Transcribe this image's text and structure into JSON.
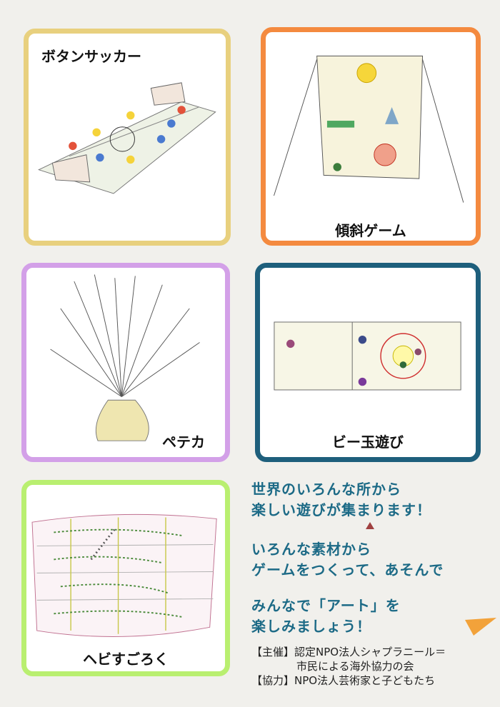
{
  "cards": [
    {
      "title": "ボタンサッカー",
      "color": "#e8d07e"
    },
    {
      "title": "傾斜ゲーム",
      "color": "#f48a3f"
    },
    {
      "title": "ペテカ",
      "color": "#d3a0e8"
    },
    {
      "title": "ビー玉遊び",
      "color": "#1e5f7c"
    },
    {
      "title": "ヘビすごろく",
      "color": "#b9ef70"
    }
  ],
  "message": {
    "block1": [
      "世界のいろんな所から",
      "楽しい遊びが集まります！"
    ],
    "block2": [
      "いろんな素材から",
      "ゲームをつくって、あそんで"
    ],
    "block3": [
      "みんなで「アート」を",
      "楽しみましょう！"
    ]
  },
  "credits": {
    "organizer_label": "【主催】",
    "organizer_line1": "認定NPO法人シャプラニール＝",
    "organizer_line2": "市民による海外協力の会",
    "cooperation_label": "【協力】",
    "cooperation": "NPO法人芸術家と子どもたち"
  }
}
